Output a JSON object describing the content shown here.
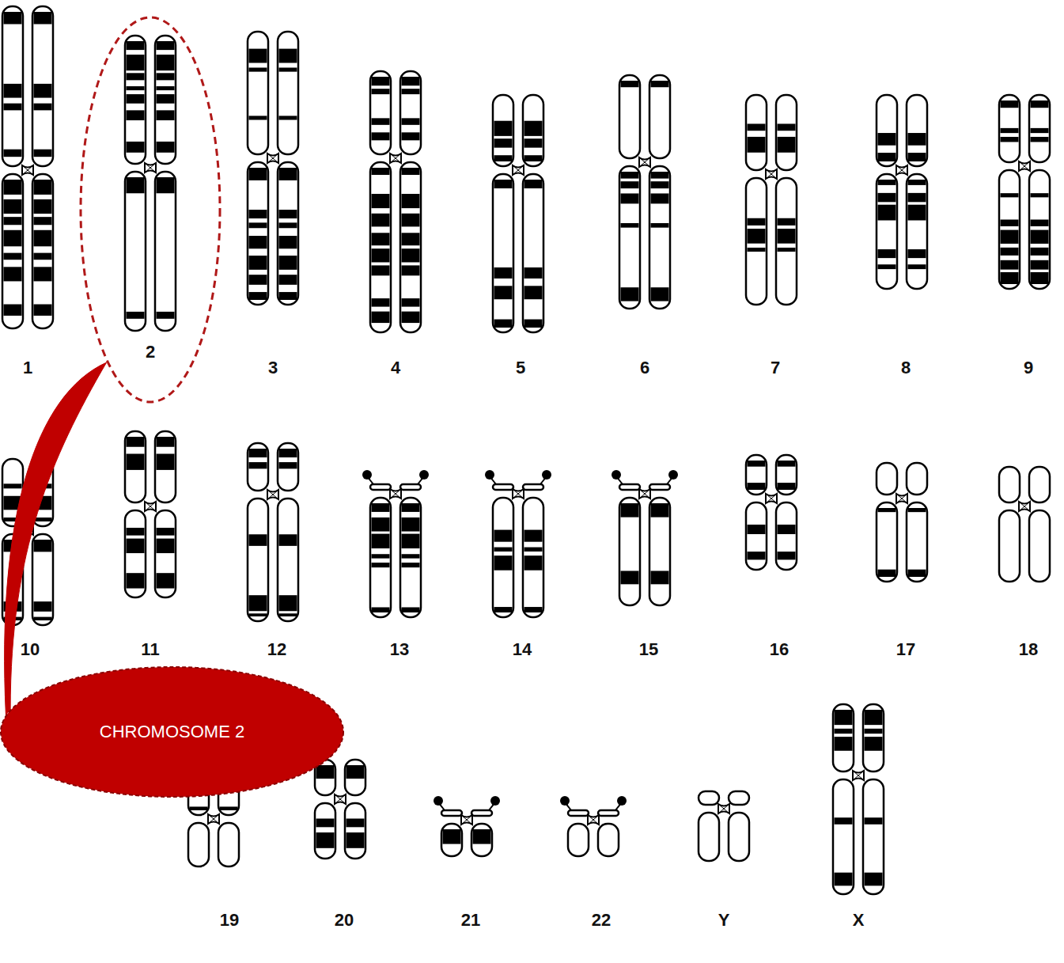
{
  "diagram": {
    "nodes": [
      {
        "text": [
          "2"
        ]
      },
      {
        "text": [
          "CHROMOSOME 2"
        ]
      }
    ],
    "edges": [
      {
        "from": 1,
        "to": 0,
        "arrow": "none"
      }
    ],
    "labels": [
      "1",
      "3",
      "4",
      "5",
      "6",
      "7",
      "8",
      "9",
      "10",
      "11",
      "12",
      "13",
      "14",
      "15",
      "16",
      "17",
      "18",
      "19",
      "20",
      "21",
      "22",
      "Y",
      "X"
    ]
  }
}
